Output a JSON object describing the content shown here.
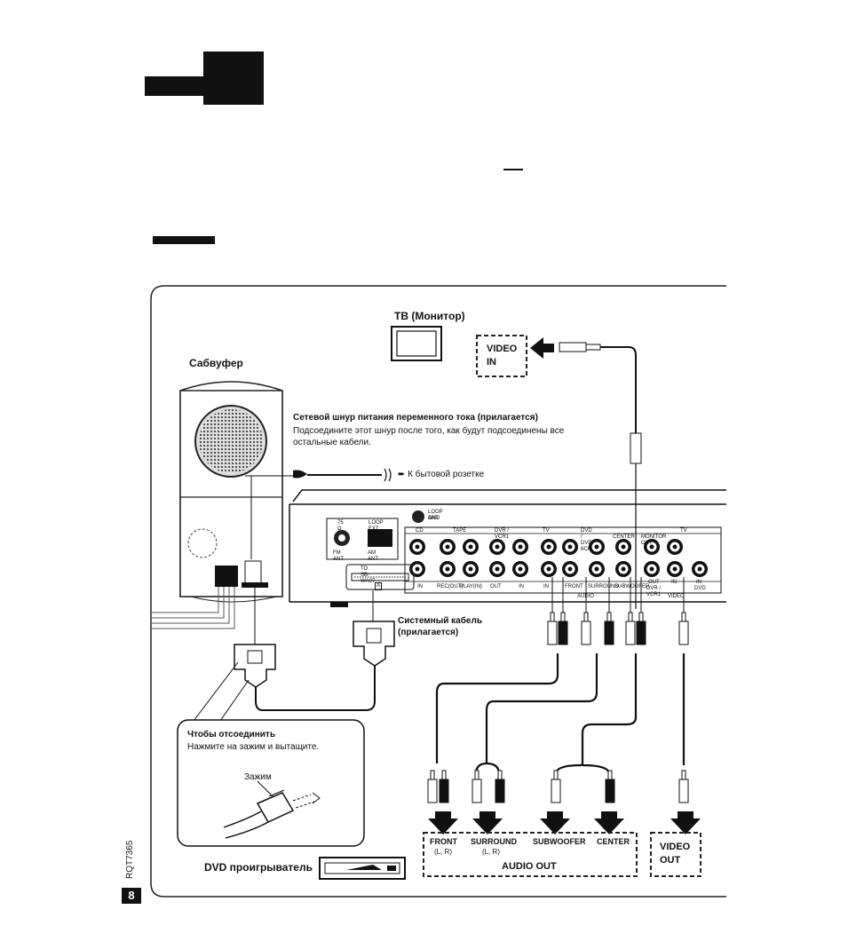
{
  "header": {
    "left_bar": "",
    "square": ""
  },
  "labels": {
    "tv": "ТВ (Монитор)",
    "subwoofer": "Сабвуфер",
    "ac_title": "Сетевой шнур питания переменного тока (прилагается)",
    "ac_text_1": "Подсоедините этот шнур после того, как будут подсоединены все",
    "ac_text_2": "остальные кабели.",
    "outlet": "К бытовой розетке",
    "system_cable_1": "Системный кабель",
    "system_cable_2": "(прилагается)",
    "disconnect_title": "Чтобы отсоединить",
    "disconnect_text": "Нажмите на зажим и вытащите.",
    "clamp": "Зажим",
    "dvd_player": "DVD проигрыватель",
    "video_in_1": "VIDEO",
    "video_in_2": "IN",
    "video_out_1": "VIDEO",
    "video_out_2": "OUT",
    "audio_out": "AUDIO OUT",
    "front": "FRONT",
    "front_lr": "(L, R)",
    "surround": "SURROUND",
    "surround_lr": "(L, R)",
    "subwoofer_out": "SUBWOOFER",
    "center": "CENTER",
    "doc_code": "RQT7365",
    "page_number": "8"
  },
  "panel": {
    "ohm": "75 Ω",
    "fm_ant": "FM ANT",
    "loop_ext": "LOOP  EXT",
    "am_ant": "AM ANT",
    "loop_ant_gnd_1": "LOOP ANT",
    "loop_ant_gnd_2": "GND",
    "to_sbwa": "TO SB-WA07",
    "a_mark": "A",
    "cd": "CD",
    "tape": "TAPE",
    "dvr_vcr1": "DVR / VCR1",
    "tv_group": "TV",
    "dvd6ch": "DVD / DVD 6CH",
    "tv_video": "TV",
    "in1": "IN",
    "rec_out": "REC(OUT)",
    "play_in": "PLAY(IN)",
    "out1": "OUT",
    "in2": "IN",
    "in3": "IN",
    "front_p": "FRONT",
    "surround_p": "SURROUND",
    "subwoofer_p": "SUBWOOFER",
    "center_p": "CENTER",
    "monitor_out": "MONITOR OUT",
    "out_v": "OUT",
    "in_v1": "IN",
    "in_v2": "IN",
    "dvr_vcr1_v": "DVR / VCR1",
    "dvd_v": "DVD",
    "audio_p": "AUDIO",
    "video_p": "VIDEO"
  }
}
